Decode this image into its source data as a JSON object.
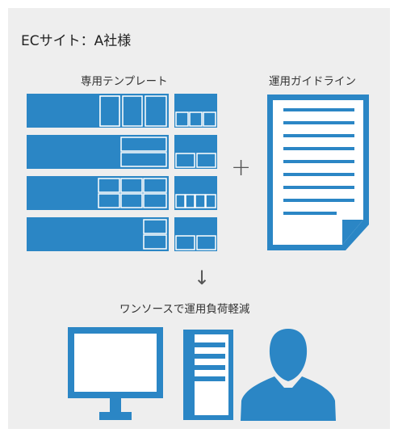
{
  "title": "ECサイト：A社様",
  "labels": {
    "template": "専用テンプレート",
    "guideline": "運用ガイドライン",
    "result": "ワンソースで運用負荷軽減"
  },
  "symbols": {
    "plus": "+",
    "arrow": "↓"
  },
  "icons": [
    "template-grid-icon",
    "document-icon",
    "monitor-icon",
    "server-tower-icon",
    "person-icon"
  ],
  "colors": {
    "blue": "#2b86c5",
    "background": "#eeeeee",
    "text": "#333333"
  }
}
